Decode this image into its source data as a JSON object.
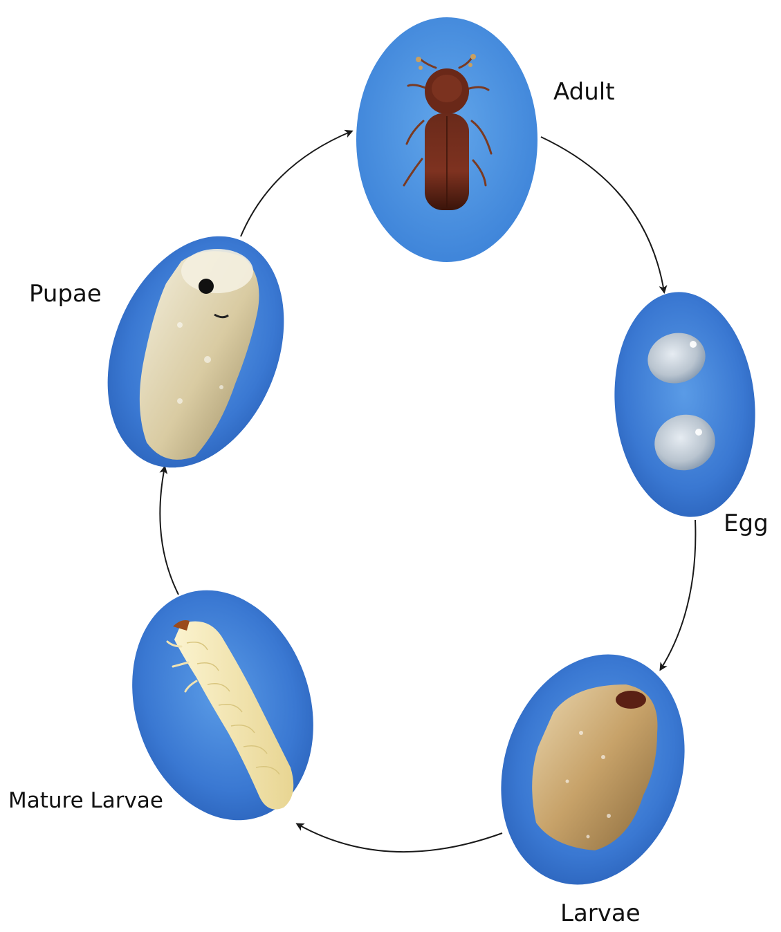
{
  "stages": {
    "adult": {
      "label": "Adult"
    },
    "egg": {
      "label": "Egg"
    },
    "larvae": {
      "label": "Larvae"
    },
    "mature_larvae": {
      "label": "Mature Larvae"
    },
    "pupae": {
      "label": "Pupae"
    }
  },
  "cycle_order": [
    "adult",
    "egg",
    "larvae",
    "mature_larvae",
    "pupae"
  ],
  "colors": {
    "oval_fill": "#3a78d2",
    "oval_fill_light": "#4a8ee0",
    "arrow": "#1a1a1a",
    "label_text": "#111111"
  }
}
